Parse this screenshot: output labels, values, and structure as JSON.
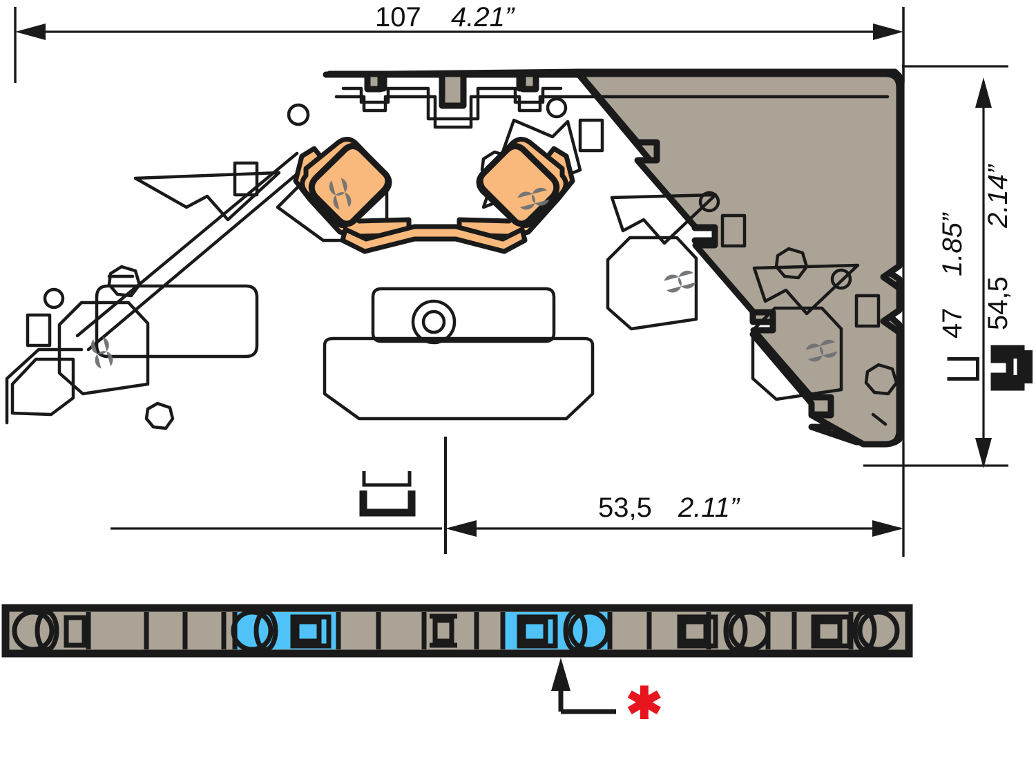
{
  "drawing": {
    "title": "Terminal block cross-section dimensional drawing",
    "units_note": "metric millimetres and inches",
    "colors": {
      "body_gray": "#ABA396",
      "body_gray_light": "#B3ABA0",
      "outline_black": "#1A1A1A",
      "conductor_orange": "#F9B97C",
      "metal_gray": "#6E7174",
      "highlight_blue": "#4FC3F7",
      "asterisk_red": "#E8151E",
      "white": "#FFFFFF"
    }
  },
  "dimensions": {
    "top": {
      "name": "overall-width",
      "metric": "107",
      "inch": "4.21”",
      "gap": " "
    },
    "right_inner": {
      "name": "height-above-din-rail",
      "metric": "47",
      "inch": "1.85”",
      "rail_symbol": "din-rail-ts35-thin"
    },
    "right_outer": {
      "name": "height-above-g-rail",
      "metric": "54,5",
      "inch": "2.14”",
      "rail_symbol": "g-rail-thick"
    },
    "bottom": {
      "name": "depth-from-centerline",
      "metric": "53,5",
      "inch": "2.11”",
      "rail_symbols": [
        "din-rail-ts35-thin",
        "g-rail-thick"
      ]
    }
  },
  "annotations": {
    "asterisk": {
      "glyph": "✱",
      "color": "#E8151E",
      "name": "footnote-asterisk"
    },
    "leader": {
      "name": "leader-arrow-to-marked-segment",
      "points_to": "blue-highlighted-segment"
    }
  },
  "plan_strip": {
    "name": "plan-view-strip",
    "segments": [
      {
        "index": 0,
        "highlight": false,
        "icon": "lens-pair-icon"
      },
      {
        "index": 1,
        "highlight": false,
        "icon": "slot-icon"
      },
      {
        "index": 2,
        "highlight": false,
        "icon": "none"
      },
      {
        "index": 3,
        "highlight": false,
        "icon": "none"
      },
      {
        "index": 4,
        "highlight": false,
        "icon": "none"
      },
      {
        "index": 5,
        "highlight": false,
        "icon": "none"
      },
      {
        "index": 6,
        "highlight": true,
        "icon": "lens-pair-icon"
      },
      {
        "index": 7,
        "highlight": true,
        "icon": "terminal-box-icon"
      },
      {
        "index": 8,
        "highlight": false,
        "icon": "none"
      },
      {
        "index": 9,
        "highlight": false,
        "icon": "none"
      },
      {
        "index": 10,
        "highlight": false,
        "icon": "spool-icon"
      },
      {
        "index": 11,
        "highlight": false,
        "icon": "none"
      },
      {
        "index": 12,
        "highlight": true,
        "icon": "terminal-box-icon"
      },
      {
        "index": 13,
        "highlight": true,
        "icon": "lens-pair-icon"
      },
      {
        "index": 14,
        "highlight": false,
        "icon": "none"
      },
      {
        "index": 15,
        "highlight": false,
        "icon": "terminal-box-icon"
      },
      {
        "index": 16,
        "highlight": false,
        "icon": "lens-pair-icon"
      },
      {
        "index": 17,
        "highlight": false,
        "icon": "none"
      },
      {
        "index": 18,
        "highlight": false,
        "icon": "terminal-box-icon"
      },
      {
        "index": 19,
        "highlight": false,
        "icon": "lens-pair-icon"
      }
    ]
  },
  "section_view": {
    "name": "terminal-block-cross-section",
    "features": {
      "clamp_count": 4,
      "highlighted_conductor_paths": 2,
      "spring_clamp_icons": 4
    }
  }
}
